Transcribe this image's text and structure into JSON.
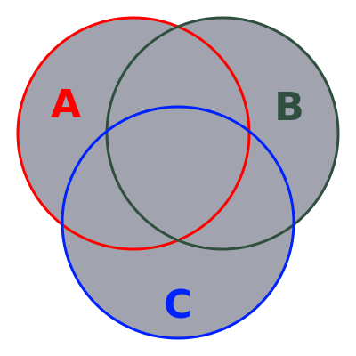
{
  "diagram": {
    "type": "venn",
    "region_fill": "#a1a3ae",
    "sets": [
      {
        "id": "a",
        "label": "A",
        "color": "#ff0000"
      },
      {
        "id": "b",
        "label": "B",
        "color": "#2f4f3f"
      },
      {
        "id": "c",
        "label": "C",
        "color": "#0022ff"
      }
    ]
  }
}
